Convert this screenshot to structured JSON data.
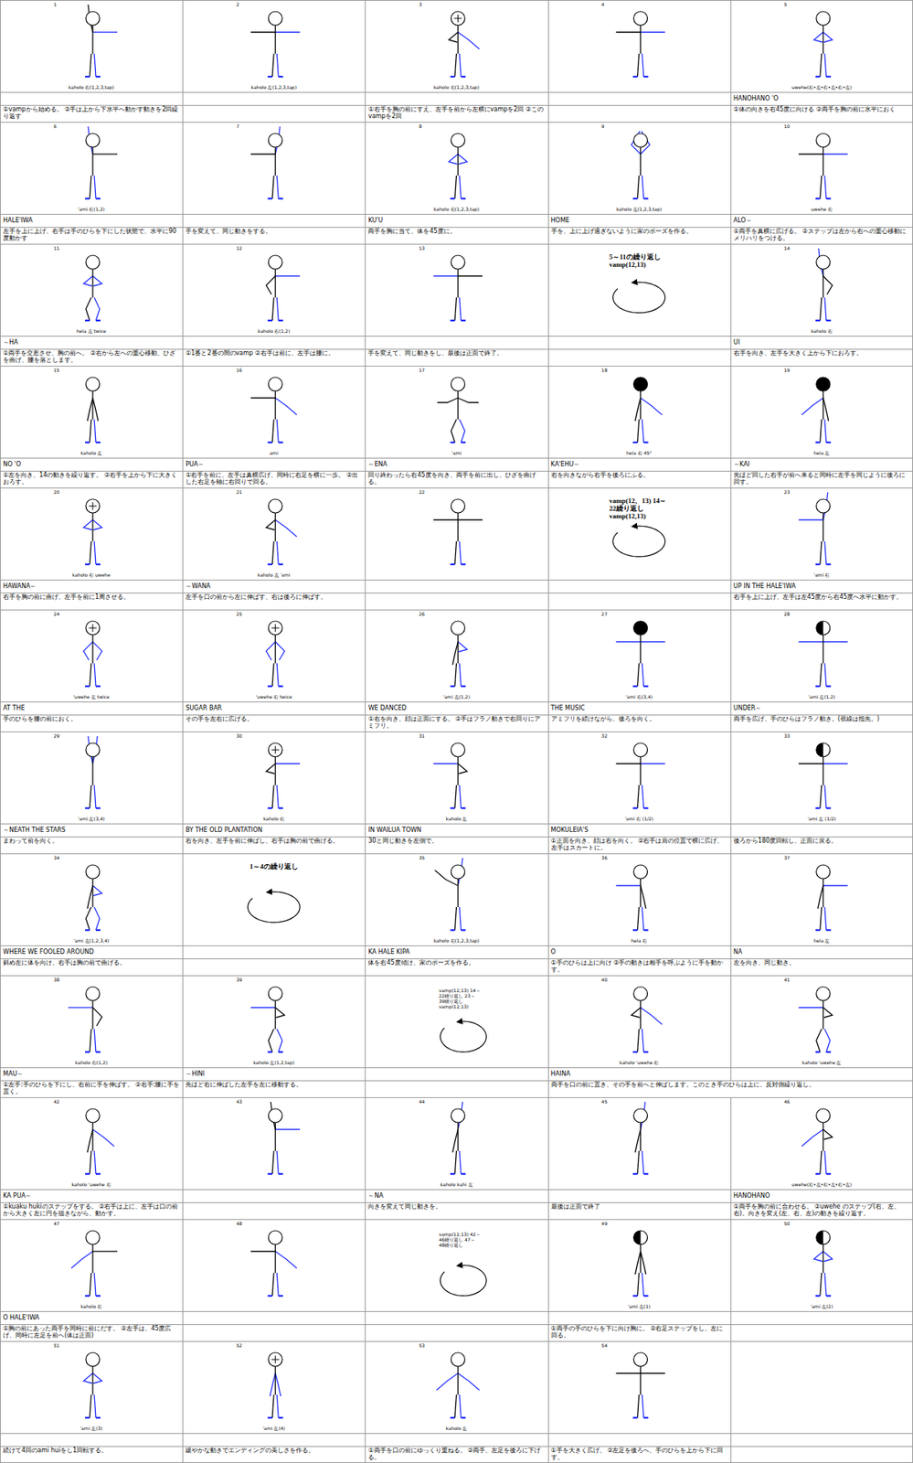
{
  "diagram": {
    "nodes": [
      {
        "text": [
          "1",
          "kaholo 右(1,2,3,tap)"
        ]
      },
      {
        "text": [
          "2",
          "kaholo 左(1,2,3,tap)"
        ]
      },
      {
        "text": [
          "3",
          "kaholo 右(1,2,3,tap)"
        ]
      },
      {
        "text": [
          "4"
        ]
      },
      {
        "text": [
          "5",
          "uwehe(右•左•右•左•右•左)"
        ]
      },
      {
        "text": [
          "HANOHANO 'O"
        ]
      },
      {
        "text": [
          "①vampから始める。 ②手は上から下水平へ動かす動きを2回繰り返す"
        ]
      },
      {
        "text": [
          "①右手を胸の前にすえ、左手を前から左横にvampを2回 ②このvampを2回"
        ]
      },
      {
        "text": [
          "①体の向きを右45度に向ける ②両手を胸の前に水平におく"
        ]
      },
      {
        "text": [
          "6",
          "'ami 右(1,2)"
        ]
      },
      {
        "text": [
          "7"
        ]
      },
      {
        "text": [
          "8",
          "kaholo 右(1,2,3,tap)"
        ]
      },
      {
        "text": [
          "9",
          "kaholo 左(1,2,3,tap)"
        ]
      },
      {
        "text": [
          "10",
          "uwehe 右"
        ]
      },
      {
        "text": [
          "HALE'IWA"
        ]
      },
      {
        "text": [
          "KU'U"
        ]
      },
      {
        "text": [
          "HOME"
        ]
      },
      {
        "text": [
          "ALO～"
        ]
      },
      {
        "text": [
          "左手を上に上げ、右手は手のひらを下にした状態で、水平に90度動かす"
        ]
      },
      {
        "text": [
          "手を変えて、同じ動きをする。"
        ]
      },
      {
        "text": [
          "両手を胸に当て、体を45度に。"
        ]
      },
      {
        "text": [
          "手を、上に上げ過ぎないように家のポーズを作る。"
        ]
      },
      {
        "text": [
          "①両手を真横に広げる。 ②ステップは左から右への重心移動にメリハリをつける。"
        ]
      },
      {
        "text": [
          "11",
          "hela 左 twice"
        ]
      },
      {
        "text": [
          "12",
          "kaholo 右(1,2)"
        ]
      },
      {
        "text": [
          "13"
        ]
      },
      {
        "text": [
          "5～11の繰り返し vamp(12,13)"
        ]
      },
      {
        "text": [
          "14",
          "kaholo 右"
        ]
      },
      {
        "text": [
          "～HA"
        ]
      },
      {
        "text": [
          "UI"
        ]
      },
      {
        "text": [
          "①両手を交差させ、胸の前へ。 ②右から左への重心移動、ひざを曲げ、腰を落とします。"
        ]
      },
      {
        "text": [
          "①1番と2番の間のvamp ②右手は前に、左手は腰に。"
        ]
      },
      {
        "text": [
          "手を変えて、同じ動きをし、最後は正面で終了。"
        ]
      },
      {
        "text": [
          "右手を向き、左手を大きく上から下におろす。"
        ]
      },
      {
        "text": [
          "15",
          "kaholo 左"
        ]
      },
      {
        "text": [
          "16",
          "ami"
        ]
      },
      {
        "text": [
          "17",
          "'ami"
        ]
      },
      {
        "text": [
          "18",
          "hela 右 45°"
        ]
      },
      {
        "text": [
          "19",
          "hela 左"
        ]
      },
      {
        "text": [
          "NO 'O"
        ]
      },
      {
        "text": [
          "PUA～"
        ]
      },
      {
        "text": [
          "～ENA"
        ]
      },
      {
        "text": [
          "KA'EHU～"
        ]
      },
      {
        "text": [
          "～KAI"
        ]
      },
      {
        "text": [
          "①左を向き、14の動きを繰り返す。 ②右手を上から下に大きくおろす。"
        ]
      },
      {
        "text": [
          "①右手を前に、左手は真横広げ、同時に右足を横に一歩。 ②出した右足を軸に右回りで回る。"
        ]
      },
      {
        "text": [
          "回り終わったら右45度を向き、両手を前に出し、ひざを曲げる。"
        ]
      },
      {
        "text": [
          "右を向きながら右手を後ろにふる。"
        ]
      },
      {
        "text": [
          "先ほど回した右手が前へ来ると同時に左手を同じように後ろに回す。"
        ]
      },
      {
        "text": [
          "20",
          "kaholo 右 uwehe"
        ]
      },
      {
        "text": [
          "21",
          "kaholo 左 'ami"
        ]
      },
      {
        "text": [
          "22"
        ]
      },
      {
        "text": [
          "vamp(12、13) 14～22繰り返し vamp(12,13)"
        ]
      },
      {
        "text": [
          "23",
          "'ami 右"
        ]
      },
      {
        "text": [
          "HAWANA～"
        ]
      },
      {
        "text": [
          "～WANA"
        ]
      },
      {
        "text": [
          "UP IN THE HALE'IWA"
        ]
      },
      {
        "text": [
          "右手を胸の前に曲げ、左手を前に1周させる。"
        ]
      },
      {
        "text": [
          "左手を口の前から左に伸ばす、右は後ろに伸ばす。"
        ]
      },
      {
        "text": [
          "右手を上に上げ、左手は左45度から右45度へ水平に動かす。"
        ]
      },
      {
        "text": [
          "24",
          "'uwehe 左 twice"
        ]
      },
      {
        "text": [
          "25",
          "'uwehe 右 twice"
        ]
      },
      {
        "text": [
          "26",
          "'ami 左(1,2)"
        ]
      },
      {
        "text": [
          "27",
          "'ami 右(3,4)"
        ]
      },
      {
        "text": [
          "28",
          "'ami 左(1,2)"
        ]
      },
      {
        "text": [
          "AT THE"
        ]
      },
      {
        "text": [
          "SUGAR BAR"
        ]
      },
      {
        "text": [
          "WE DANCED"
        ]
      },
      {
        "text": [
          "THE MUSIC"
        ]
      },
      {
        "text": [
          "UNDER～"
        ]
      },
      {
        "text": [
          "手のひらを腰の前におく。"
        ]
      },
      {
        "text": [
          "その手を左右に広げる。"
        ]
      },
      {
        "text": [
          "①右を向き、顔は正面にする。 ②手はフラノ動きで右回りにアミフリ。"
        ]
      },
      {
        "text": [
          "アミフリを続けながら、後ろを向く。"
        ]
      },
      {
        "text": [
          "両手を広げ、手のひらはフラノ動き。(視線は指先。)"
        ]
      },
      {
        "text": [
          "29",
          "'ami 左(3,4)"
        ]
      },
      {
        "text": [
          "30",
          "kaholo 右"
        ]
      },
      {
        "text": [
          "31",
          "kaholo 左"
        ]
      },
      {
        "text": [
          "32",
          "'ami 右 (1/2)"
        ]
      },
      {
        "text": [
          "33",
          "'ami 左 (1/2)"
        ]
      },
      {
        "text": [
          "～NEATH THE STARS"
        ]
      },
      {
        "text": [
          "BY THE OLD PLANTATION"
        ]
      },
      {
        "text": [
          "IN WAILUA TOWN"
        ]
      },
      {
        "text": [
          "MOKULEIA'S"
        ]
      },
      {
        "text": [
          "まわって前を向く。"
        ]
      },
      {
        "text": [
          "右を向き、左手を前に伸ばし、右手は胸の前で曲げる。"
        ]
      },
      {
        "text": [
          "30と同じ動きを左側で。"
        ]
      },
      {
        "text": [
          "①正面を向き、顔は右を向く。 ②右手は肩の位置で横に広げ、左手はスカートに。"
        ]
      },
      {
        "text": [
          "後ろから180度回転し、正面に戻る。"
        ]
      },
      {
        "text": [
          "34",
          "'ami 左(1,2,3,4)"
        ]
      },
      {
        "text": [
          "1～4の繰り返し"
        ]
      },
      {
        "text": [
          "35",
          "kaholo 右(1,2,3,tap)"
        ]
      },
      {
        "text": [
          "36",
          "hela 右"
        ]
      },
      {
        "text": [
          "37",
          "hela 左"
        ]
      },
      {
        "text": [
          "WHERE WE FOOLED AROUND"
        ]
      },
      {
        "text": [
          "KA HALE KIPA"
        ]
      },
      {
        "text": [
          "O"
        ]
      },
      {
        "text": [
          "NA"
        ]
      },
      {
        "text": [
          "斜め左に体を向け、右手は胸の前で曲げる。"
        ]
      },
      {
        "text": [
          "体を右45度傾け、家のポーズを作る。"
        ]
      },
      {
        "text": [
          "①手のひらは上に向け ②手の動きは相手を呼ぶように手を動かす。"
        ]
      },
      {
        "text": [
          "左を向き、同じ動き。"
        ]
      },
      {
        "text": [
          "38",
          "kaholo 右(1,2)"
        ]
      },
      {
        "text": [
          "39",
          "kaholo 左(1,2,tap)"
        ]
      },
      {
        "text": [
          "vamp(12,13) 14～22繰り返し 23～39繰り返し vamp(12,13)"
        ]
      },
      {
        "text": [
          "40",
          "kaholo 'uwehe 右"
        ]
      },
      {
        "text": [
          "41",
          "kaholo 'uwehe 左"
        ]
      },
      {
        "text": [
          "MAU～"
        ]
      },
      {
        "text": [
          "～HINI"
        ]
      },
      {
        "text": [
          "HAINA"
        ]
      },
      {
        "text": [
          "①左手:手のひらを下にし、右前に手を伸ばす。 ②右手:腰に手を置く。"
        ]
      },
      {
        "text": [
          "先ほど右に伸ばした左手を左に移動する。"
        ]
      },
      {
        "text": [
          "両手を口の前に置き、その手を前へと伸ばします。このとき手のひらは上に、反対側繰り返し。"
        ]
      },
      {
        "text": [
          "42",
          "kaholo 'uwehe 右"
        ]
      },
      {
        "text": [
          "43"
        ]
      },
      {
        "text": [
          "44",
          "kaholo kuhi 左"
        ]
      },
      {
        "text": [
          "45"
        ]
      },
      {
        "text": [
          "46",
          "uwehe(右•左•右•左•右•左)"
        ]
      },
      {
        "text": [
          "KA PUA～"
        ]
      },
      {
        "text": [
          "～NA"
        ]
      },
      {
        "text": [
          "HANOHANO"
        ]
      },
      {
        "text": [
          "①kuaku hukiのステップをする。 ②右手は上に、左手は口の前から大きく左に円を描きながら、動かす。"
        ]
      },
      {
        "text": [
          "向きを変えて同じ動きを。"
        ]
      },
      {
        "text": [
          "最後は正面で終了"
        ]
      },
      {
        "text": [
          "①両手を胸の前に合わせる。 ②uwehe のステップ(右、左、右)。向きを変え(左、右、左)の動きを繰り返す。"
        ]
      },
      {
        "text": [
          "47",
          "kaholo 右"
        ]
      },
      {
        "text": [
          "48"
        ]
      },
      {
        "text": [
          "vamp(12,13) 42～46繰り返し 47～48繰り返し"
        ]
      },
      {
        "text": [
          "49",
          "'ami 左(1)"
        ]
      },
      {
        "text": [
          "50",
          "'ami 左(2)"
        ]
      },
      {
        "text": [
          "O HALE'IWA"
        ]
      },
      {
        "text": [
          "①胸の前にあった両手を同時に前にだす。 ②左手は、45度広げ、同時に左足を前へ(体は正面)"
        ]
      },
      {
        "text": [
          "①両手の手のひらを下に向け胸に。 ②右足ステップをし、左に回る。"
        ]
      },
      {
        "text": [
          "51",
          "'ami 左(3)"
        ]
      },
      {
        "text": [
          "52",
          "'ami 左(4)"
        ]
      },
      {
        "text": [
          "53",
          "kaholo 左"
        ]
      },
      {
        "text": [
          "54"
        ]
      },
      {
        "text": [
          "続けて4回のami huiをし1回転する。"
        ]
      },
      {
        "text": [
          "緩やかな動きでエンディングの美しさを作る。"
        ]
      },
      {
        "text": [
          "①両手を口の前にゆっくり重ねる。 ②両手、左足を後ろに下げる。"
        ]
      },
      {
        "text": [
          "①手を大きく広げ、 ②左足を後ろへ、手のひらを上から下に回す。"
        ]
      }
    ]
  }
}
